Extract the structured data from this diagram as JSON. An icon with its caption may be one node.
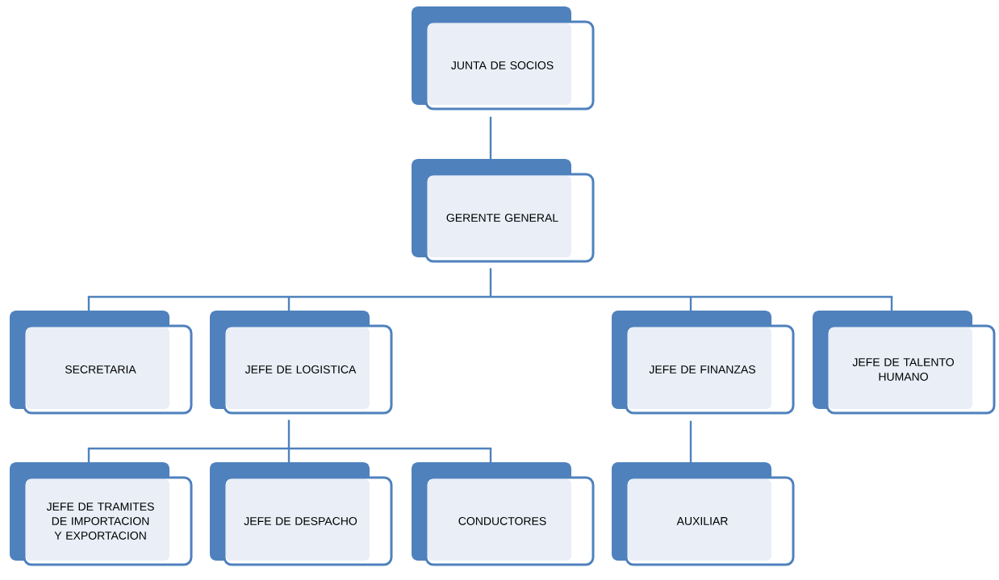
{
  "diagram": {
    "nodes": [
      {
        "text": [
          "JUNTA DE SOCIOS"
        ]
      },
      {
        "text": [
          "GERENTE GENERAL"
        ]
      },
      {
        "text": [
          "SECRETARIA"
        ]
      },
      {
        "text": [
          "JEFE DE LOGISTICA"
        ]
      },
      {
        "text": [
          "JEFE DE  FINANZAS"
        ]
      },
      {
        "text": [
          "JEFE DE TALENTO HUMANO"
        ]
      },
      {
        "text": [
          "JEFE DE TRAMITES DE IMPORTACION Y EXPORTACION"
        ]
      },
      {
        "text": [
          "JEFE DE DESPACHO"
        ]
      },
      {
        "text": [
          "CONDUCTORES"
        ]
      },
      {
        "text": [
          "AUXILIAR"
        ]
      }
    ],
    "edges": [
      {
        "from": 0,
        "to": 1,
        "arrow": "none"
      },
      {
        "from": 1,
        "to": 2,
        "arrow": "none"
      },
      {
        "from": 1,
        "to": 3,
        "arrow": "none"
      },
      {
        "from": 1,
        "to": 4,
        "arrow": "none"
      },
      {
        "from": 1,
        "to": 5,
        "arrow": "none"
      },
      {
        "from": 3,
        "to": 6,
        "arrow": "none"
      },
      {
        "from": 3,
        "to": 7,
        "arrow": "none"
      },
      {
        "from": 3,
        "to": 8,
        "arrow": "none"
      },
      {
        "from": 4,
        "to": 9,
        "arrow": "none"
      }
    ]
  }
}
